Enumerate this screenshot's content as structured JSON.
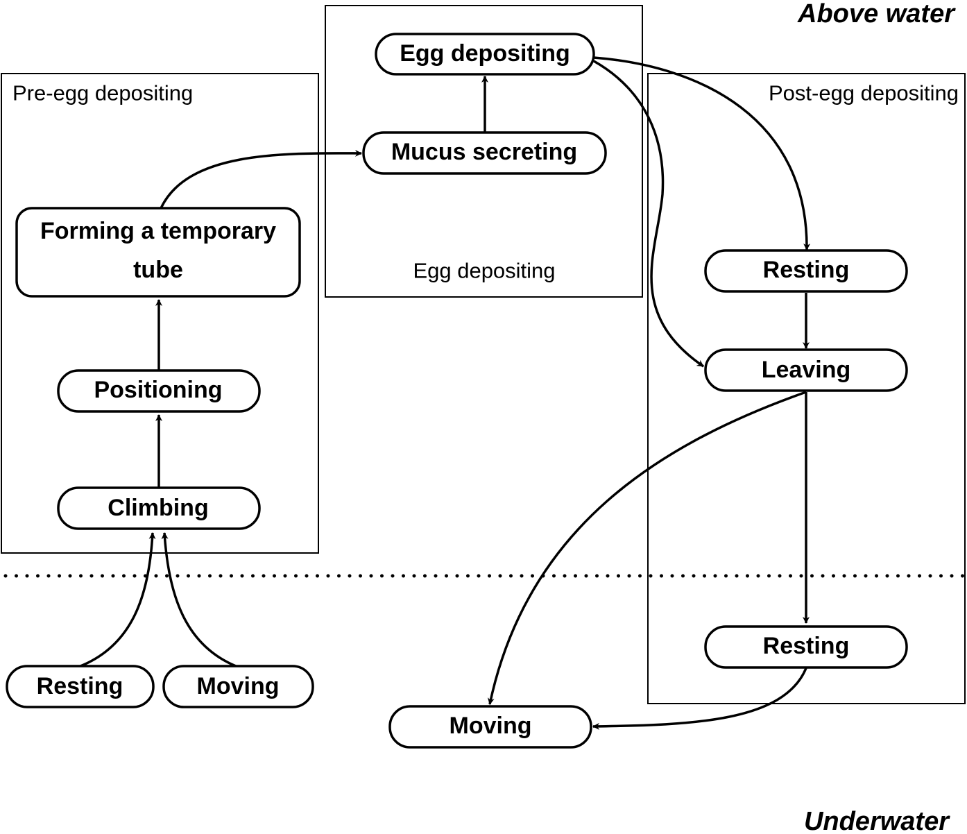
{
  "zones": {
    "above": "Above water",
    "below": "Underwater"
  },
  "phases": {
    "pre": "Pre-egg depositing",
    "egg": "Egg depositing",
    "post": "Post-egg depositing"
  },
  "nodes": {
    "egg_depositing": "Egg depositing",
    "mucus_secreting": "Mucus secreting",
    "forming_tube_line1": "Forming a temporary",
    "forming_tube_line2": "tube",
    "positioning": "Positioning",
    "climbing": "Climbing",
    "resting_under_left": "Resting",
    "moving_under_left": "Moving",
    "resting_post_top": "Resting",
    "leaving": "Leaving",
    "resting_post_bottom": "Resting",
    "moving_under_right": "Moving"
  },
  "edges": [
    {
      "from": "Resting",
      "to": "Climbing"
    },
    {
      "from": "Moving",
      "to": "Climbing"
    },
    {
      "from": "Climbing",
      "to": "Positioning"
    },
    {
      "from": "Positioning",
      "to": "Forming a temporary tube"
    },
    {
      "from": "Forming a temporary tube",
      "to": "Mucus secreting"
    },
    {
      "from": "Mucus secreting",
      "to": "Egg depositing"
    },
    {
      "from": "Egg depositing",
      "to": "Resting"
    },
    {
      "from": "Egg depositing",
      "to": "Leaving"
    },
    {
      "from": "Resting",
      "to": "Leaving"
    },
    {
      "from": "Leaving",
      "to": "Resting"
    },
    {
      "from": "Leaving",
      "to": "Moving"
    },
    {
      "from": "Resting",
      "to": "Moving"
    }
  ]
}
